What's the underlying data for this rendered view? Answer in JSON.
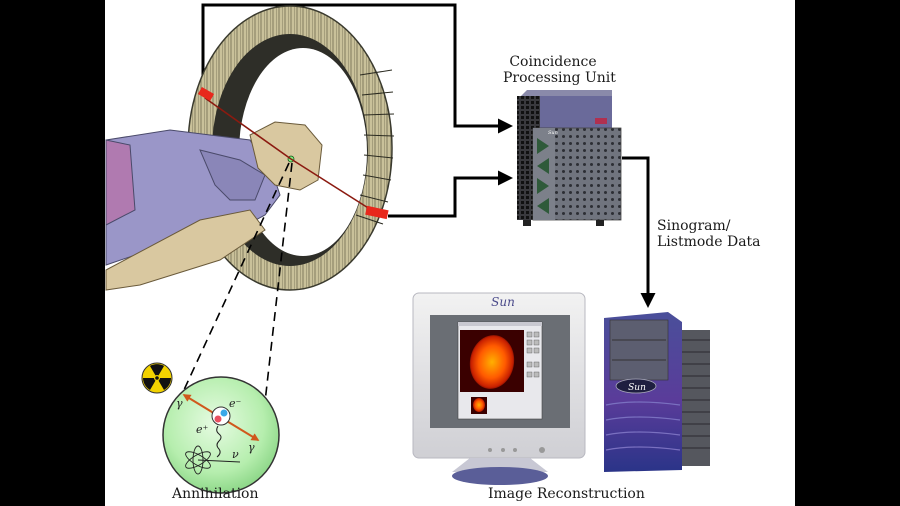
{
  "figure": {
    "title": "PET imaging pipeline",
    "labels": {
      "coincidence_line1": "Coincidence",
      "coincidence_line2": "Processing Unit",
      "sinogram_line1": "Sinogram/",
      "sinogram_line2": "Listmode Data",
      "annihilation": "Annihilation",
      "reconstruction": "Image Reconstruction"
    },
    "annihilation_symbols": {
      "gamma_top": "γ",
      "gamma_bottom": "γ",
      "electron": "e⁻",
      "positron": "e⁺",
      "neutrino": "ν"
    },
    "brand": {
      "monitor_logo": "Sun",
      "tower_logo": "Sun",
      "cpu_logo": "Sun"
    },
    "colors": {
      "ring": "#c9c19a",
      "ring_dark": "#3a3a2e",
      "detector_hit": "#e8281c",
      "lor_line": "#8b1a10",
      "body_shirt": "#9a96c8",
      "skin": "#d9c8a0",
      "sphere": "#b8efb0",
      "arrow": "#000000",
      "gamma_arrow": "#d0581c",
      "radiation_yellow": "#f2d200",
      "tower_blue": "#3a3ea0",
      "cpu_gray": "#6e7280",
      "pet_hot": "#ff6a00"
    }
  }
}
